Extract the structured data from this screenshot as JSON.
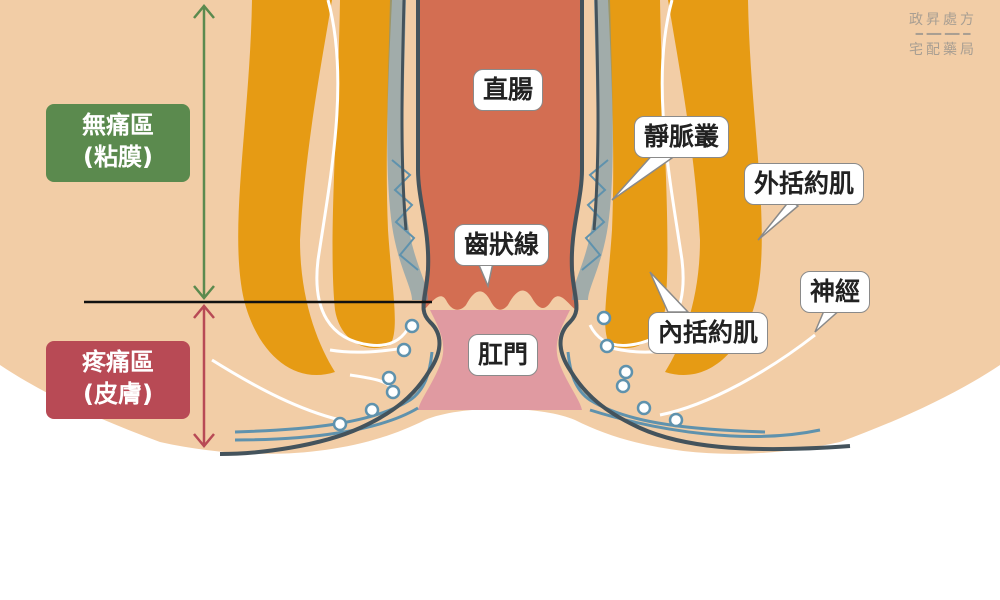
{
  "zones": {
    "painless": {
      "line1": "無痛區",
      "line2": "(粘膜)",
      "color": "#5b8a4e"
    },
    "painful": {
      "line1": "疼痛區",
      "line2": "(皮膚)",
      "color": "#b84a55"
    }
  },
  "labels": {
    "rectum": "直腸",
    "dentate_line": "齒狀線",
    "anus": "肛門",
    "venous_plexus": "靜脈叢",
    "external_sphincter": "外括約肌",
    "internal_sphincter": "內括約肌",
    "nerve": "神經"
  },
  "brand": {
    "line1": "政昇處方",
    "line2": "宅配藥局"
  },
  "colors": {
    "skin": "#f2cda6",
    "muscle": "#e69b14",
    "rectum": "#d36e52",
    "anal_canal": "#e09aa1",
    "vessel": "#5f92ad",
    "outline": "#44535c"
  }
}
